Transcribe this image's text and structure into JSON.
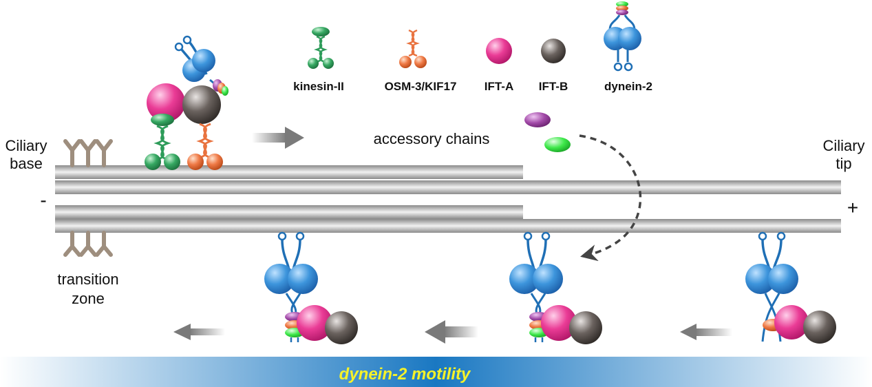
{
  "labels": {
    "ciliary_base": [
      "Ciliary",
      "base"
    ],
    "ciliary_tip": [
      "Ciliary",
      "tip"
    ],
    "minus": "-",
    "plus": "+",
    "transition_zone": [
      "transition",
      "zone"
    ],
    "accessory_chains": "accessory chains",
    "motility": "dynein-2 motility"
  },
  "legend": {
    "kinesin": "kinesin-II",
    "osm3": "OSM-3/KIF17",
    "ifta": "IFT-A",
    "iftb": "IFT-B",
    "dynein": "dynein-2"
  },
  "colors": {
    "kinesin_green": "#2e9c5a",
    "osm3_orange": "#e9733f",
    "ifta_magenta": "#e6338f",
    "iftb_gray": "#5a5350",
    "dynein_blue": "#3a8fd8",
    "accessory_purple": "#a24aa8",
    "accessory_green": "#3ee84a",
    "motility_text": "#f5f22a",
    "transition_brown": "#9e8e7e"
  }
}
